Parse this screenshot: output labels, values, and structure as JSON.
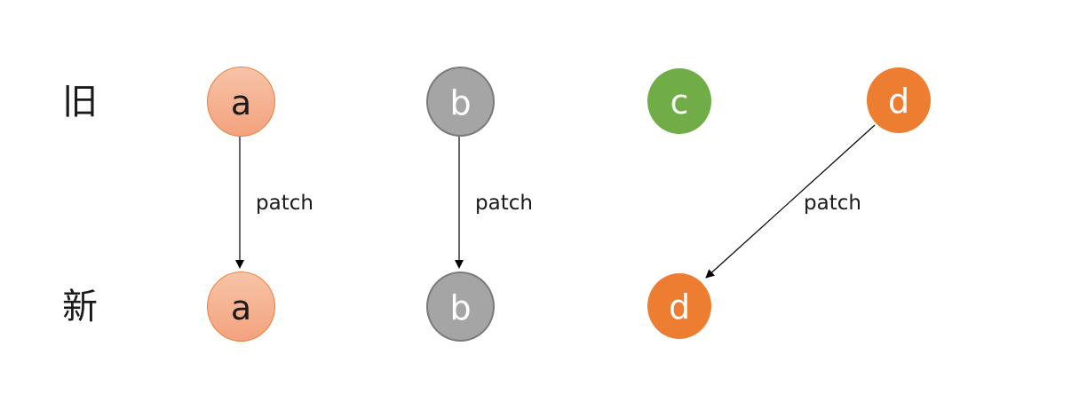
{
  "rows": {
    "old_label": "旧",
    "new_label": "新"
  },
  "old_nodes": [
    {
      "label": "a",
      "color": "#f4a582"
    },
    {
      "label": "b",
      "color": "#a5a5a5"
    },
    {
      "label": "c",
      "color": "#70ad47"
    },
    {
      "label": "d",
      "color": "#ed7d31"
    }
  ],
  "new_nodes": [
    {
      "label": "a",
      "color": "#f4a582"
    },
    {
      "label": "b",
      "color": "#a5a5a5"
    },
    {
      "label": "d",
      "color": "#ed7d31"
    }
  ],
  "edges": [
    {
      "from": "a",
      "to": "a",
      "label": "patch"
    },
    {
      "from": "b",
      "to": "b",
      "label": "patch"
    },
    {
      "from": "d",
      "to": "d",
      "label": "patch"
    }
  ]
}
